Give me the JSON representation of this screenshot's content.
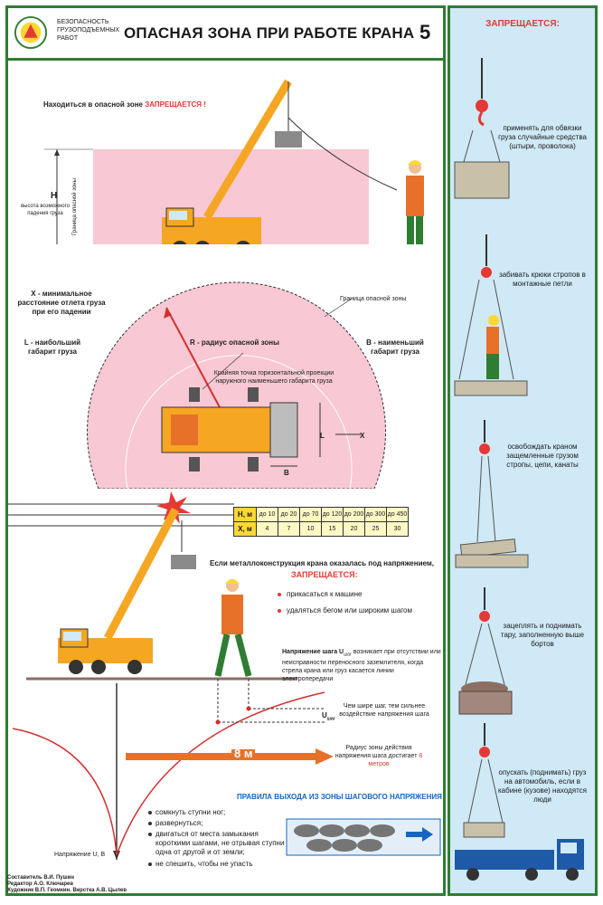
{
  "header": {
    "series": "БЕЗОПАСНОСТЬ ГРУЗОПОДЪЕМНЫХ РАБОТ",
    "title": "ОПАСНАЯ ЗОНА ПРИ РАБОТЕ КРАНА",
    "number": "5"
  },
  "top": {
    "warning_text": "Находиться в опасной зоне",
    "warning_red": "ЗАПРЕЩАЕТСЯ !",
    "h_letter": "H",
    "h_desc": "высота возможного падения груза",
    "zone_border_vertical": "Граница опасной зоны"
  },
  "plan": {
    "x_def": "X - минимальное расстояние отлета груза при его падении",
    "l_def": "L - наибольший габарит груза",
    "b_def": "B - наименьший габарит груза",
    "r_label": "R - радиус опасной зоны",
    "zone_border": "Граница опасной зоны",
    "point_note": "Крайняя точка горизонтальной проекции наружного наименьшего габарита груза",
    "l": "L",
    "x": "X",
    "b": "B"
  },
  "hx_table": {
    "h_label": "H, м",
    "x_label": "X, м",
    "h_values": [
      "до 10",
      "до 20",
      "до 70",
      "до 120",
      "до 200",
      "до 300",
      "до 450"
    ],
    "x_values": [
      "4",
      "7",
      "10",
      "15",
      "20",
      "25",
      "30"
    ]
  },
  "voltage": {
    "intro": "Если металлоконструкция крана оказалась под напряжением,",
    "prohibited": "ЗАПРЕЩАЕТСЯ:",
    "bullets": [
      "прикасаться к машине",
      "удаляться бегом или широким шагом"
    ],
    "step_voltage_lead": "Напряжение шага U",
    "step_sub": "шаг",
    "step_voltage_rest": " возникает при отсутствии или неисправности переносного заземлителя, когда стрела крана или груз касается линии электропередачи",
    "wider_step": "Чем шире шаг, тем сильнее воздействие напряжения шага",
    "u_label": "U",
    "u_sub": "шаг",
    "radius_text": "Радиус зоны действия напряжения шага достигает",
    "radius_red": "8 метров",
    "arrow_label": "8 м",
    "axis_label": "Напряжение U, В"
  },
  "rules": {
    "title": "ПРАВИЛА ВЫХОДА ИЗ ЗОНЫ ШАГОВОГО НАПРЯЖЕНИЯ",
    "items": [
      "сомкнуть ступни ног;",
      "развернуться;",
      "двигаться от места замыкания короткими шагами, не отрывая ступни одна от другой и от земли;",
      "не спешить, чтобы не упасть"
    ]
  },
  "credits": [
    "Составитель В.И. Пушин",
    "Редактор А.О. Ключарев",
    "Художник В.П. Геомкин. Верстка А.В. Цылев"
  ],
  "sidebar": {
    "title": "ЗАПРЕЩАЕТСЯ:",
    "items": [
      "применять для обвязки груза случайные средства (штыри, проволока)",
      "забивать крюки стропов в монтажные петли",
      "освобождать краном защемленные грузом стропы, цепи, канаты",
      "зацеплять и поднимать тару, заполненную выше бортов",
      "опускать (поднимать) груз на автомобиль, если в кабине (кузове) находятся люди"
    ]
  },
  "colors": {
    "frame_green": "#2e7d32",
    "crane_orange": "#f5a623",
    "zone_pink": "#f8c8d4",
    "sidebar_blue": "#cfe9f6",
    "warning_red": "#e53935"
  }
}
